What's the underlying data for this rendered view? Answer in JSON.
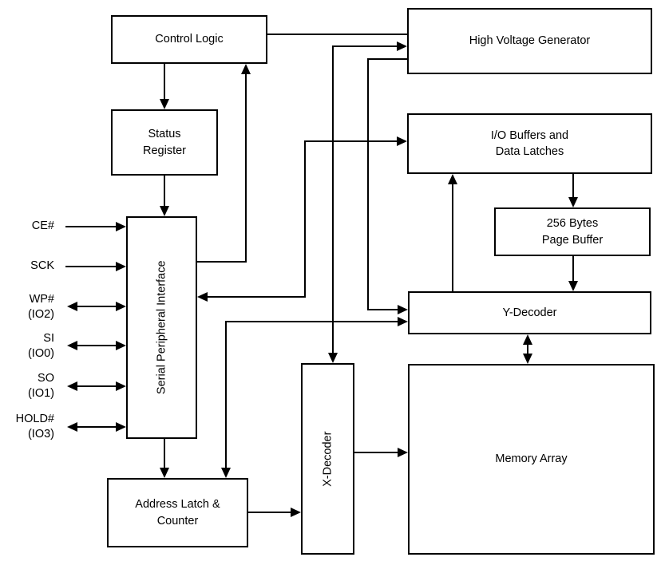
{
  "diagram": {
    "blocks": {
      "control_logic": {
        "label": "Control Logic"
      },
      "status_register": {
        "label": "Status\nRegister"
      },
      "serial_peripheral_interface": {
        "label": "Serial Peripheral Interface"
      },
      "high_voltage_generator": {
        "label": "High Voltage Generator"
      },
      "io_buffers": {
        "label": "I/O Buffers and\nData Latches"
      },
      "page_buffer": {
        "label": "256 Bytes\nPage Buffer"
      },
      "y_decoder": {
        "label": "Y-Decoder"
      },
      "x_decoder": {
        "label": "X-Decoder"
      },
      "memory_array": {
        "label": "Memory Array"
      },
      "address_latch_counter": {
        "label": "Address Latch &\nCounter"
      }
    },
    "signals": [
      {
        "label": "CE#",
        "direction": "input"
      },
      {
        "label": "SCK",
        "direction": "input"
      },
      {
        "label": "WP#\n(IO2)",
        "direction": "bidirectional"
      },
      {
        "label": "SI\n(IO0)",
        "direction": "bidirectional"
      },
      {
        "label": "SO\n(IO1)",
        "direction": "bidirectional"
      },
      {
        "label": "HOLD#\n(IO3)",
        "direction": "bidirectional"
      }
    ],
    "colors": {
      "line": "#000000",
      "text": "#000000",
      "background": "#ffffff"
    }
  }
}
